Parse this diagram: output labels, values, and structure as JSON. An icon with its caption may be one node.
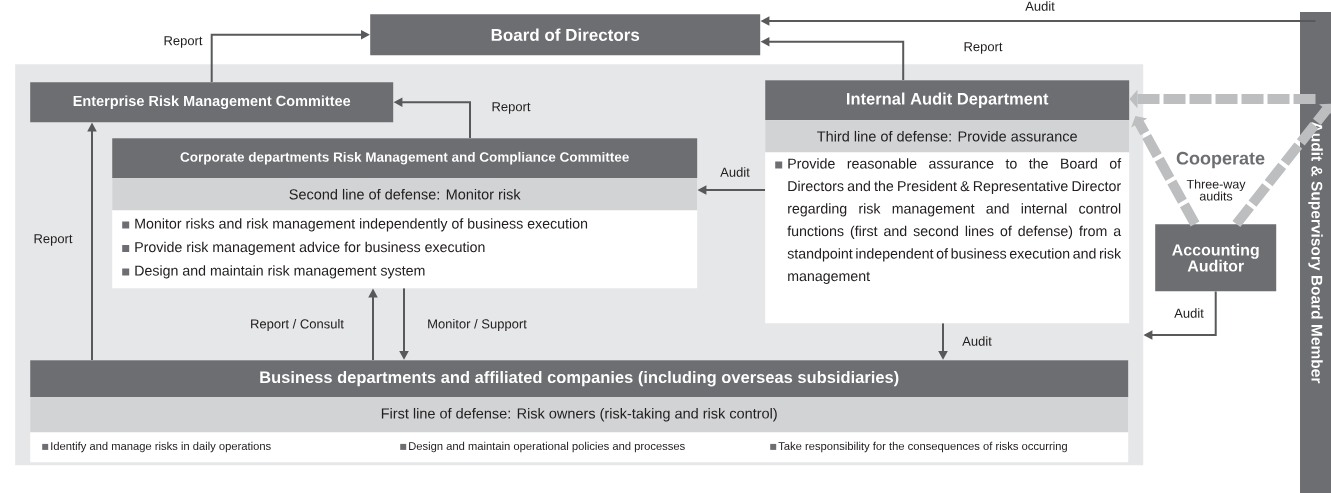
{
  "diagram": {
    "nodes": [
      {
        "text": [
          "Board of Directors"
        ]
      },
      {
        "text": [],
        "shape": "box"
      },
      {
        "text": [
          "Enterprise Risk Management Committee"
        ],
        "in": 1
      },
      {
        "text": [
          "Corporate departments Risk Management and Compliance Committee",
          "Second line of defense: Monitor risk",
          "Monitor risks and risk management independently of business execution",
          "Provide risk management advice for business execution",
          "Design and maintain risk management system"
        ],
        "in": 1
      },
      {
        "text": [
          "Internal Audit Department",
          "Third line of defense: Provide assurance",
          "Provide reasonable assurance to the Board of Directors and the President & Representative Director regarding risk management and internal control functions (first and second lines of defense) from a standpoint independent of business execution and risk management"
        ],
        "in": 1
      },
      {
        "text": [
          "Business departments and affiliated companies (including overseas subsidiaries)",
          "First line of defense: Risk owners (risk-taking and risk control)",
          "Identify and manage risks in daily operations",
          "Design and maintain operational policies and processes",
          "Take responsibility for the consequences of risks occurring"
        ],
        "in": 1
      },
      {
        "text": [
          "Accounting Auditor"
        ]
      },
      {
        "text": [
          "Audit & Supervisory Board Member"
        ]
      }
    ],
    "edges": [
      {
        "from": 2,
        "to": 0,
        "arrow": "to",
        "label": "Report"
      },
      {
        "from": 4,
        "to": 0,
        "arrow": "to",
        "label": "Report"
      },
      {
        "from": 7,
        "to": 0,
        "arrow": "to",
        "label": "Audit"
      },
      {
        "from": 3,
        "to": 2,
        "arrow": "to",
        "label": "Report"
      },
      {
        "from": 5,
        "to": 2,
        "arrow": "to",
        "label": "Report"
      },
      {
        "from": 4,
        "to": 3,
        "arrow": "to",
        "label": "Audit"
      },
      {
        "from": 5,
        "to": 3,
        "arrow": "to",
        "label": "Report / Consult"
      },
      {
        "from": 3,
        "to": 5,
        "arrow": "to",
        "label": "Monitor / Support"
      },
      {
        "from": 4,
        "to": 5,
        "arrow": "to",
        "label": "Audit"
      },
      {
        "from": 6,
        "to": 1,
        "arrow": "to",
        "label": "Audit"
      },
      {
        "from": 7,
        "to": 4,
        "arrow": "to",
        "style": "dashed",
        "color": "#bcbec0"
      },
      {
        "from": 6,
        "to": 4,
        "arrow": "to",
        "style": "dashed",
        "color": "#bcbec0"
      },
      {
        "from": 6,
        "to": 7,
        "arrow": "to",
        "style": "dashed",
        "color": "#bcbec0"
      }
    ],
    "labels": [
      "Cooperate",
      "Three-way audits"
    ]
  }
}
